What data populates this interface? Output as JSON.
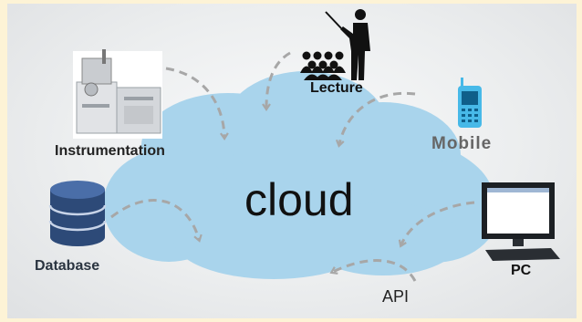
{
  "cloud_label": "cloud",
  "nodes": {
    "lecture": "Lecture",
    "instrumentation": "Instrumentation",
    "mobile": "Mobile",
    "database": "Database",
    "pc": "PC",
    "api": "API"
  },
  "colors": {
    "cloud": "#a9d4ec",
    "arrow": "#a7a7a7",
    "database": "#2d4a78",
    "mobile": "#47b9e8",
    "background": "#fdf3d6"
  },
  "icons": [
    "lecture-icon",
    "instrument-icon",
    "mobile-phone-icon",
    "database-icon",
    "pc-icon"
  ]
}
